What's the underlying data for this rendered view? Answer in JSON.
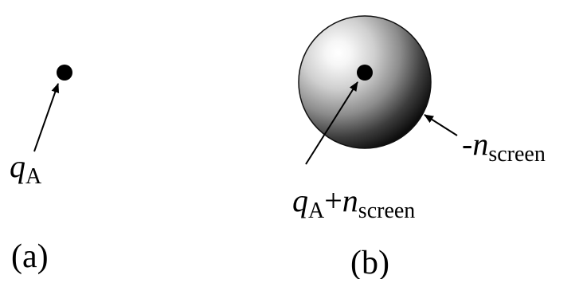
{
  "panel_a": {
    "point_label_main": "q",
    "point_label_sub": "A",
    "caption": "(a)"
  },
  "panel_b": {
    "point_label_main": "q",
    "point_label_sub": "A",
    "plus": "+",
    "n_main": "n",
    "n_sub": "screen",
    "neg_prefix": "-",
    "neg_n_main": "n",
    "neg_n_sub": "screen",
    "caption": "(b)"
  },
  "colors": {
    "ink": "#000000",
    "sphere_highlight": "#ffffff",
    "sphere_shadow": "#1a1a1a"
  }
}
